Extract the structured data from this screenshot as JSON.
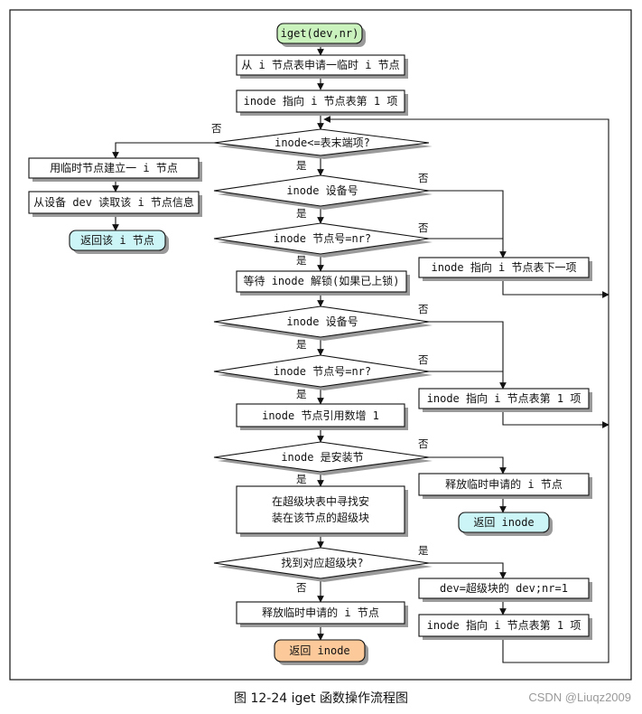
{
  "caption": "图 12-24 iget 函数操作流程图",
  "watermark": "CSDN @Liuqz2009",
  "colors": {
    "start_fill": "#c9f2bd",
    "return_fill": "#ccf5f7",
    "end_fill": "#fbc99a",
    "shadow": "#9a9a9a",
    "line": "#111111"
  },
  "nodes": {
    "start": "iget(dev,nr)",
    "alloc_temp": "从 i 节点表申请一临时 i 节点",
    "point_first": "inode 指向 i 节点表第 1 项",
    "cond_table_end": "inode<=表末端项?",
    "use_temp": "用临时节点建立一 i 节点",
    "read_dev": "从设备 dev 读取该 i 节点信息",
    "return_node": "返回该 i 节点",
    "cond_dev_1": "inode 设备号",
    "cond_nr_1": "inode 节点号=nr?",
    "point_next": "inode 指向 i 节点表下一项",
    "wait_unlock": "等待 inode 解锁(如果已上锁)",
    "cond_dev_2": "inode 设备号",
    "cond_nr_2": "inode 节点号=nr?",
    "point_first_2": "inode 指向 i 节点表第 1 项",
    "inc_ref": "inode 节点引用数增 1",
    "cond_mount": "inode 是安装节",
    "release_temp_1": "释放临时申请的 i 节点",
    "return_inode_1": "返回 inode",
    "find_super_line1": "在超级块表中寻找安",
    "find_super_line2": "装在该节点的超级块",
    "cond_found_super": "找到对应超级块?",
    "set_dev_nr": "dev=超级块的 dev;nr=1",
    "point_first_3": "inode 指向 i 节点表第 1 项",
    "release_temp_2": "释放临时申请的 i 节点",
    "return_inode_2": "返回 inode"
  },
  "labels": {
    "yes": "是",
    "no": "否"
  }
}
